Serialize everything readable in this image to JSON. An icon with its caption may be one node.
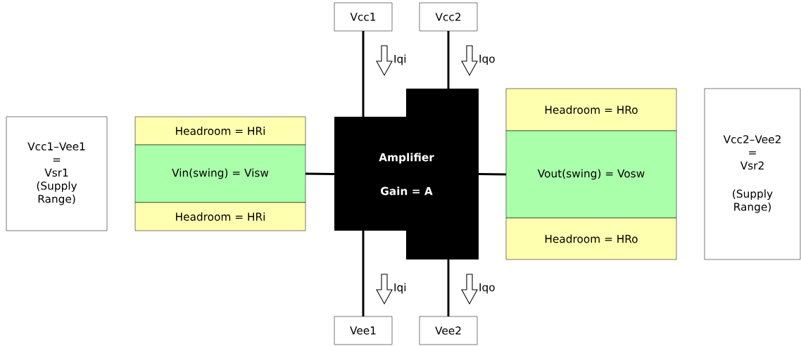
{
  "diagram": {
    "nodes": [
      {
        "text": [
          "Vcc1–Vee1 = Vsr1 (Supply Range)"
        ]
      },
      {
        "text": [
          "Headroom = HRi"
        ]
      },
      {
        "text": [
          "Vin(swing) = Visw"
        ]
      },
      {
        "text": [
          "Headroom = HRi"
        ]
      },
      {
        "text": [
          "Vcc1"
        ]
      },
      {
        "text": [
          "Vcc2"
        ]
      },
      {
        "text": [
          "Amplifier",
          "Gain = A"
        ]
      },
      {
        "text": [
          "Headroom = HRo"
        ]
      },
      {
        "text": [
          "Vout(swing) = Vosw"
        ]
      },
      {
        "text": [
          "Headroom = HRo"
        ]
      },
      {
        "text": [
          "Vcc2–Vee2 = Vsr2",
          "(Supply Range)"
        ]
      },
      {
        "text": [
          "Vee1"
        ]
      },
      {
        "text": [
          "Vee2"
        ]
      }
    ],
    "edges": [
      {
        "from": 4,
        "to": 6,
        "arrow": "none"
      },
      {
        "from": 5,
        "to": 6,
        "arrow": "none"
      },
      {
        "from": 2,
        "to": 6,
        "arrow": "none"
      },
      {
        "from": 6,
        "to": 8,
        "arrow": "none"
      },
      {
        "from": 6,
        "to": 11,
        "arrow": "none"
      },
      {
        "from": 6,
        "to": 12,
        "arrow": "none"
      }
    ],
    "labels": [
      "Iqi",
      "Iqo",
      "Iqi",
      "Iqo"
    ]
  }
}
